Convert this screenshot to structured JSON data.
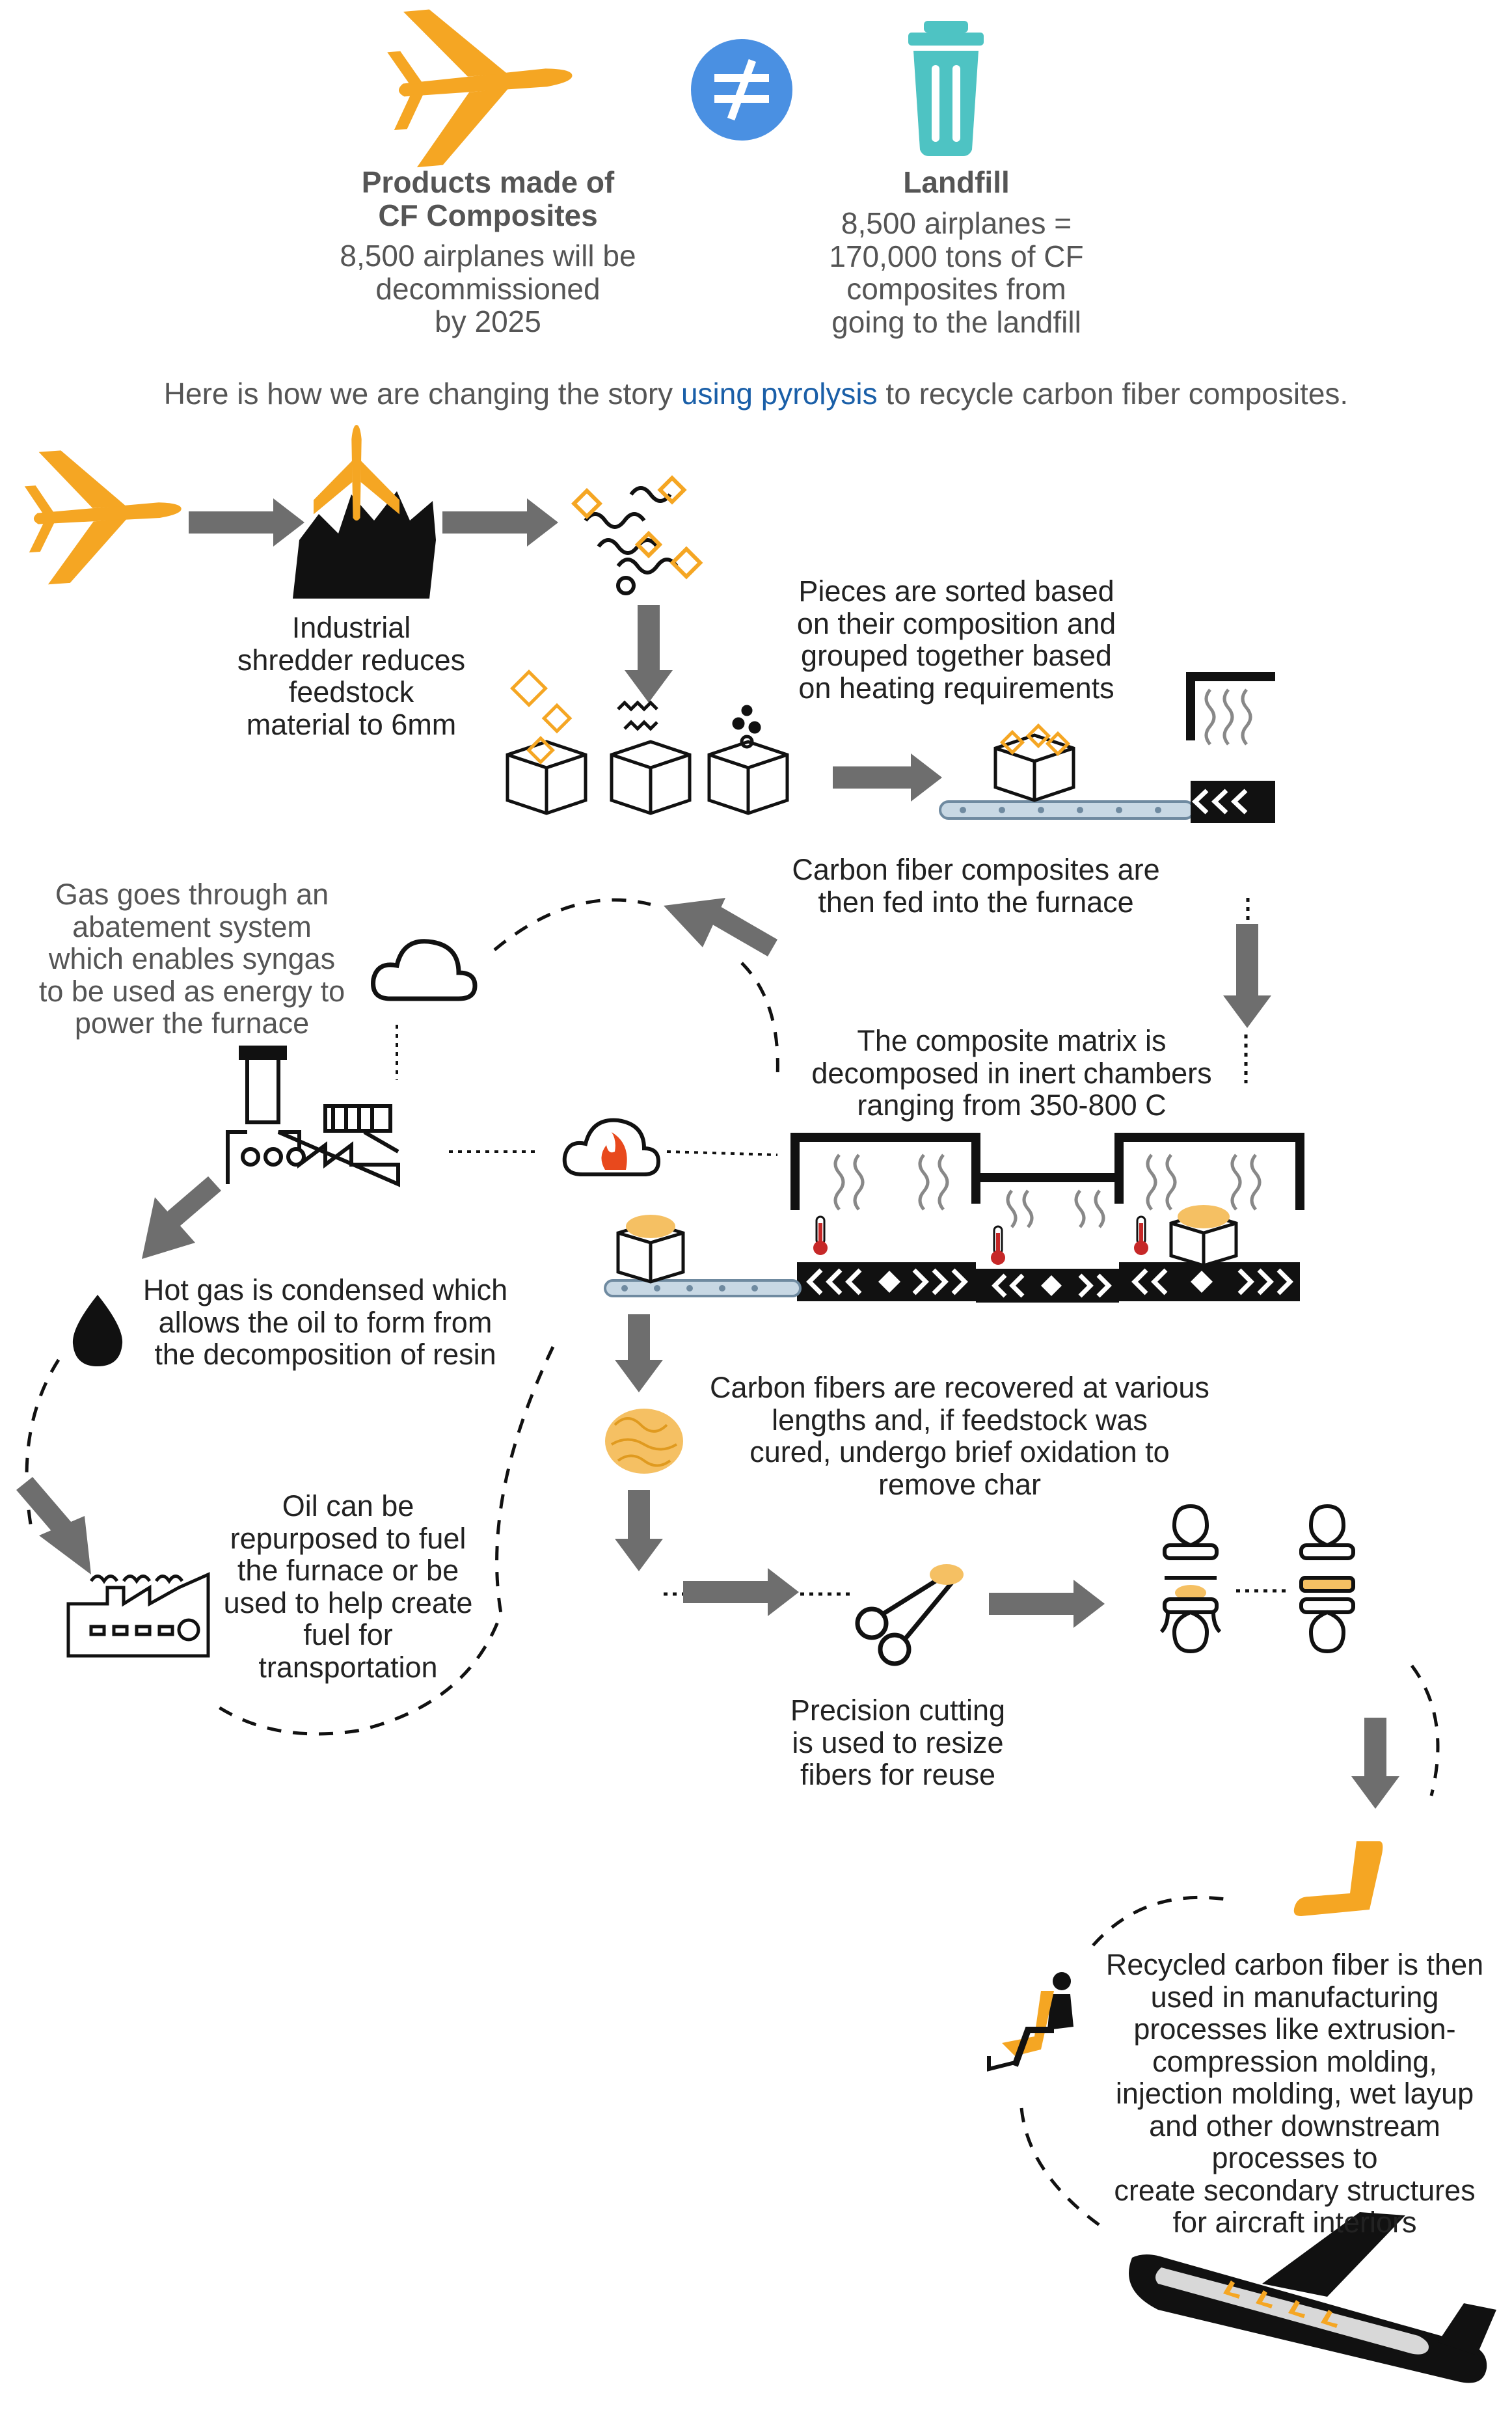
{
  "colors": {
    "orange": "#F5A623",
    "blue": "#4A90E2",
    "teal": "#4EC3C3",
    "grey_arrow": "#6e6e6e",
    "link_blue": "#1a5fa8",
    "black": "#111111"
  },
  "header": {
    "left_title": "Products made of\nCF Composites",
    "left_body": "8,500 airplanes will be\ndecommissioned\nby 2025",
    "right_title": "Landfill",
    "right_body": "8,500 airplanes =\n170,000 tons of CF\ncomposites from\ngoing to the landfill",
    "not_equal_symbol": "≠"
  },
  "intro": {
    "before": "Here is how we are changing the story ",
    "link": "using pyrolysis",
    "after": " to recycle carbon fiber composites."
  },
  "steps": {
    "shredder": "Industrial\nshredder reduces\nfeedstock\nmaterial  to 6mm",
    "sorting": "Pieces are sorted based\non their composition and\ngrouped together based\non heating requirements",
    "furnace_feed": "Carbon fiber composites are\nthen fed into the furnace",
    "decompose": "The composite matrix is\ndecomposed in inert chambers\nranging from 350-800 C",
    "gas": "Gas goes through an\nabatement system\nwhich enables syngas\nto be used as energy to\npower the furnace",
    "condense": "Hot gas is condensed which\nallows the oil to form from\nthe decomposition of resin",
    "oil": "Oil can be\nrepurposed to fuel\nthe furnace or be\nused to help create\nfuel for\ntransportation",
    "recover": "Carbon fibers are recovered at various\nlengths and, if feedstock was\ncured, undergo brief oxidation to\nremove char",
    "cutting": "Precision cutting\nis used to resize\nfibers for reuse",
    "recycled": "Recycled carbon fiber is then\nused in manufacturing\nprocesses like extrusion-\ncompression molding,\ninjection molding, wet layup\nand other downstream\nprocesses to\ncreate secondary structures\nfor aircraft interiors"
  },
  "icons": [
    "airplane-icon",
    "not-equal-icon",
    "trash-can-icon",
    "shredder-icon",
    "fiber-pieces-icon",
    "sorting-boxes-icon",
    "conveyor-icon",
    "furnace-icon",
    "cloud-icon",
    "factory-icon",
    "cloud-fire-icon",
    "oil-drop-icon",
    "fuel-factory-icon",
    "fiber-bundle-icon",
    "scissors-icon",
    "press-mold-icon",
    "aircraft-seat-icon",
    "passenger-icon",
    "aircraft-cabin-icon"
  ]
}
